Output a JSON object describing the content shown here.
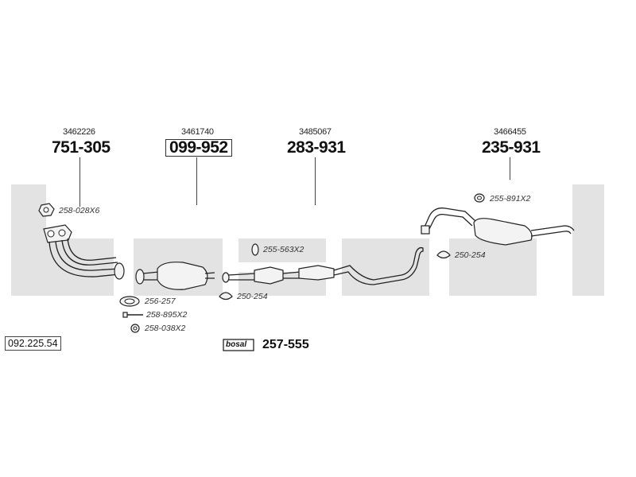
{
  "reference": "092.225.54",
  "parts": [
    {
      "oem": "3462226",
      "number": "751-305"
    },
    {
      "oem": "3461740",
      "number": "099-952"
    },
    {
      "oem": "3485067",
      "number": "283-931"
    },
    {
      "oem": "3466455",
      "number": "235-931"
    }
  ],
  "accessories": {
    "a1": "258-028X6",
    "a2": "256-257",
    "a3": "258-895X2",
    "a4": "258-038X2",
    "a5": "255-563X2",
    "a6": "250-254",
    "a7": "255-891X2",
    "a8": "250-254"
  },
  "kit": {
    "badge": "bosal",
    "number": "257-555"
  },
  "colors": {
    "watermark": "#e3e3e3",
    "line": "#222222"
  }
}
